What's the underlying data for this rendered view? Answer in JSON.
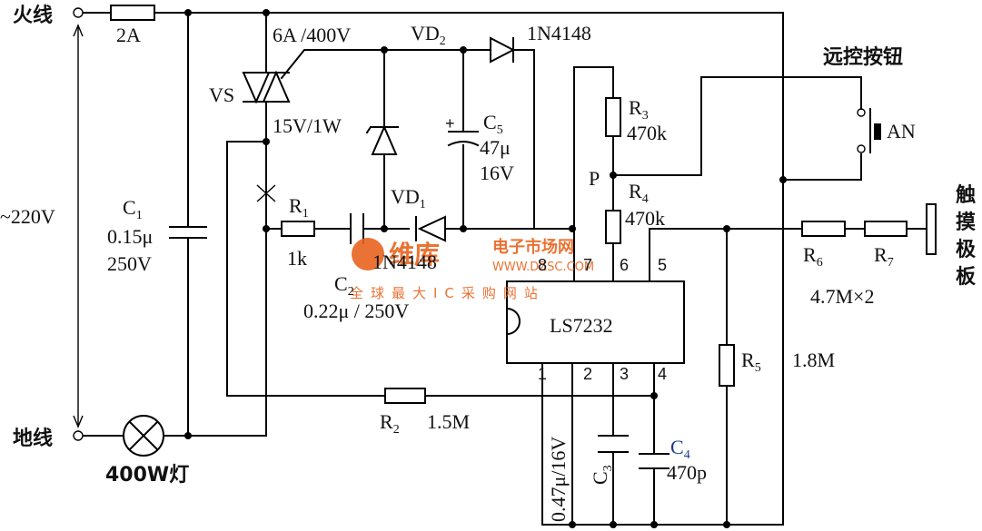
{
  "labels": {
    "live_wire": "火线",
    "neutral_wire": "地线",
    "mains_voltage": "~220V",
    "fuse": "2A",
    "lamp": "400W灯",
    "c1_name": "C",
    "c1_sub": "1",
    "c1_cap": "0.15μ",
    "c1_volt": "250V",
    "triac_rating": "6A /400V",
    "triac_name": "VS",
    "zener_rating": "15V/1W",
    "vd2_name": "VD",
    "vd2_sub": "2",
    "vd2_part": "1N4148",
    "c5_name": "C",
    "c5_sub": "5",
    "c5_cap": "47μ",
    "c5_volt": "16V",
    "c5_plus": "+",
    "vd1_name": "VD",
    "vd1_sub": "1",
    "vd1_part": "1N4148",
    "r1_name": "R",
    "r1_sub": "1",
    "r1_value": "1k",
    "c2_name": "C",
    "c2_sub": "2",
    "c2_value": "0.22μ / 250V",
    "r2_name": "R",
    "r2_sub": "2",
    "r2_value": "1.5M",
    "r3_name": "R",
    "r3_sub": "3",
    "r3_value": "470k",
    "r4_name": "R",
    "r4_sub": "4",
    "r4_value": "470k",
    "point_p": "P",
    "r5_name": "R",
    "r5_sub": "5",
    "r5_value": "1.8M",
    "r6_name": "R",
    "r6_sub": "6",
    "r7_name": "R",
    "r7_sub": "7",
    "r67_value": "4.7M×2",
    "remote_button": "远控按钮",
    "an": "AN",
    "touch_plate_1": "触",
    "touch_plate_2": "摸",
    "touch_plate_3": "极",
    "touch_plate_4": "板",
    "ic_name": "LS7232",
    "pin1": "1",
    "pin2": "2",
    "pin3": "3",
    "pin4": "4",
    "pin5": "5",
    "pin6": "6",
    "pin7": "7",
    "pin8": "8",
    "c3_name": "C",
    "c3_sub": "3",
    "c4_name": "C",
    "c4_sub": "4",
    "c4_value": "470p",
    "pin1_cap": "0.47μ/16V"
  },
  "watermark": {
    "logo": "维库",
    "title": "电子市场网",
    "url": "WWW.DZSC.COM",
    "slogan": "全球最大IC采购网站"
  },
  "colors": {
    "line": "#000000",
    "watermark": "#e8631e",
    "c4_label": "#1a3b8c"
  }
}
